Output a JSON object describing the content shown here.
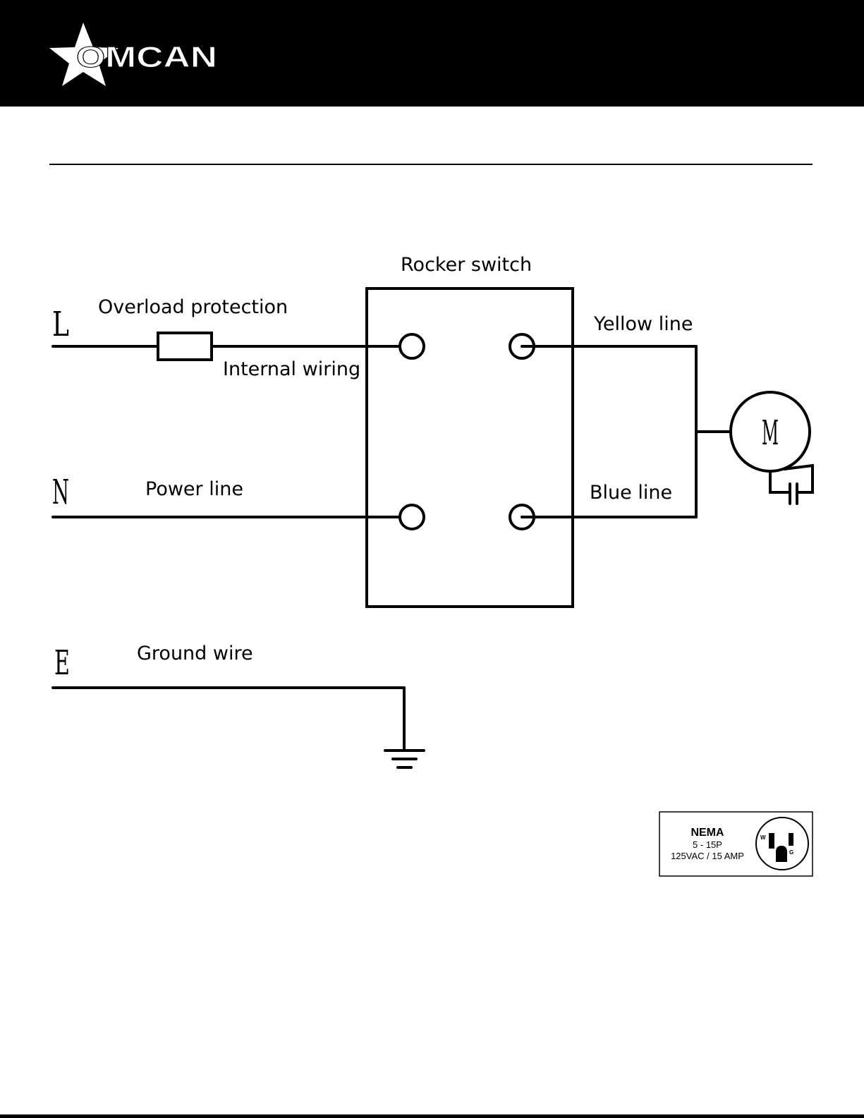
{
  "header": {
    "brand": "OMCAN",
    "background_color": "#000000",
    "logo_icon": "star-logo-icon"
  },
  "diagram": {
    "switch_title": "Rocker switch",
    "overload_label": "Overload protection",
    "internal_wiring_label": "Internal wiring",
    "yellow_line_label": "Yellow line",
    "power_line_label": "Power line",
    "blue_line_label": "Blue line",
    "ground_label": "Ground wire",
    "terminal_L": "L",
    "terminal_N": "N",
    "terminal_E": "E",
    "motor_label": "M",
    "icons": [
      "fuse-icon",
      "motor-icon",
      "capacitor-icon",
      "ground-symbol-icon"
    ]
  },
  "nema": {
    "title": "NEMA",
    "type": "5 - 15P",
    "rating": "125VAC / 15 AMP",
    "w_label": "W",
    "g_label": "G",
    "icon": "plug-outlet-icon"
  }
}
